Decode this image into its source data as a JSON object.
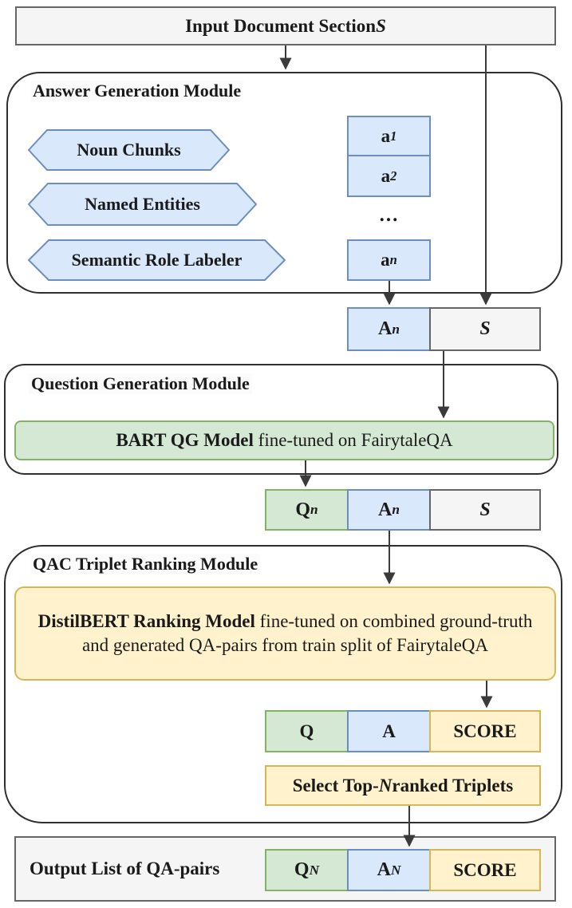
{
  "palette": {
    "blue_fill": "#dae8fc",
    "blue_border": "#6c8ebf",
    "green_fill": "#d5e8d4",
    "green_border": "#82b366",
    "yellow_fill": "#fff2cc",
    "yellow_border": "#d6b656",
    "gray_fill": "#f5f5f5",
    "gray_border": "#666666",
    "module_border": "#2f2f2f",
    "line_color": "#3a3a3a"
  },
  "input_box": {
    "text": "Input Document Section ",
    "variable": "S"
  },
  "answer_module": {
    "title": "Answer Generation Module",
    "hexagons": [
      {
        "label": "Noun Chunks"
      },
      {
        "label": "Named Entities"
      },
      {
        "label": "Semantic Role Labeler"
      }
    ],
    "answers": [
      {
        "base": "a",
        "sub": "1"
      },
      {
        "base": "a",
        "sub": "2"
      },
      {
        "base": "a",
        "sub": "n"
      }
    ],
    "ellipsis": "..."
  },
  "answer_context_pair": {
    "answer": {
      "base": "A",
      "sub": "n"
    },
    "context": "S"
  },
  "question_module": {
    "title": "Question Generation Module",
    "model_bold": "BART QG Model",
    "model_rest": " fine-tuned on FairytaleQA"
  },
  "qas_triplet": {
    "question": {
      "base": "Q",
      "sub": "n"
    },
    "answer": {
      "base": "A",
      "sub": "n"
    },
    "context": "S"
  },
  "ranking_module": {
    "title": "QAC Triplet Ranking Module",
    "model_bold": "DistilBERT Ranking Model",
    "model_rest": " fine-tuned on combined ground-truth and generated QA-pairs from train split of FairytaleQA",
    "score_triplet": {
      "question": "Q",
      "answer": "A",
      "score": "SCORE"
    },
    "select": {
      "pre": "Select Top-",
      "variable": "N",
      "post": " ranked Triplets"
    }
  },
  "output_box": {
    "label": "Output List of QA-pairs",
    "question": {
      "base": "Q",
      "sub": "N"
    },
    "answer": {
      "base": "A",
      "sub": "N"
    },
    "score": "SCORE"
  }
}
